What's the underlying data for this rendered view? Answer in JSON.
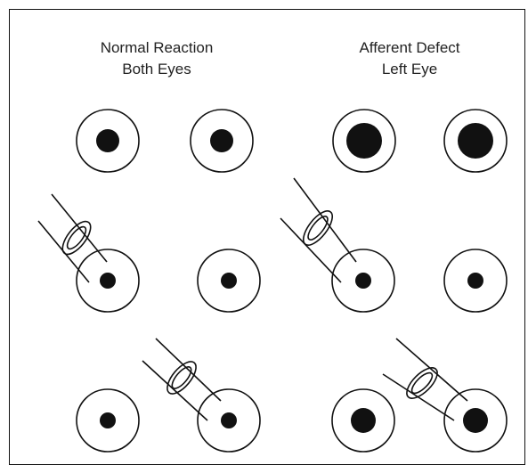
{
  "columns": [
    {
      "title_line1": "Normal Reaction",
      "title_line2": "Both Eyes"
    },
    {
      "title_line1": "Afferent Defect",
      "title_line2": "Left Eye"
    }
  ],
  "colors": {
    "stroke": "#111111",
    "pupil": "#111111",
    "background": "#ffffff"
  },
  "icons": [
    "eye-icon",
    "penlight-icon"
  ]
}
